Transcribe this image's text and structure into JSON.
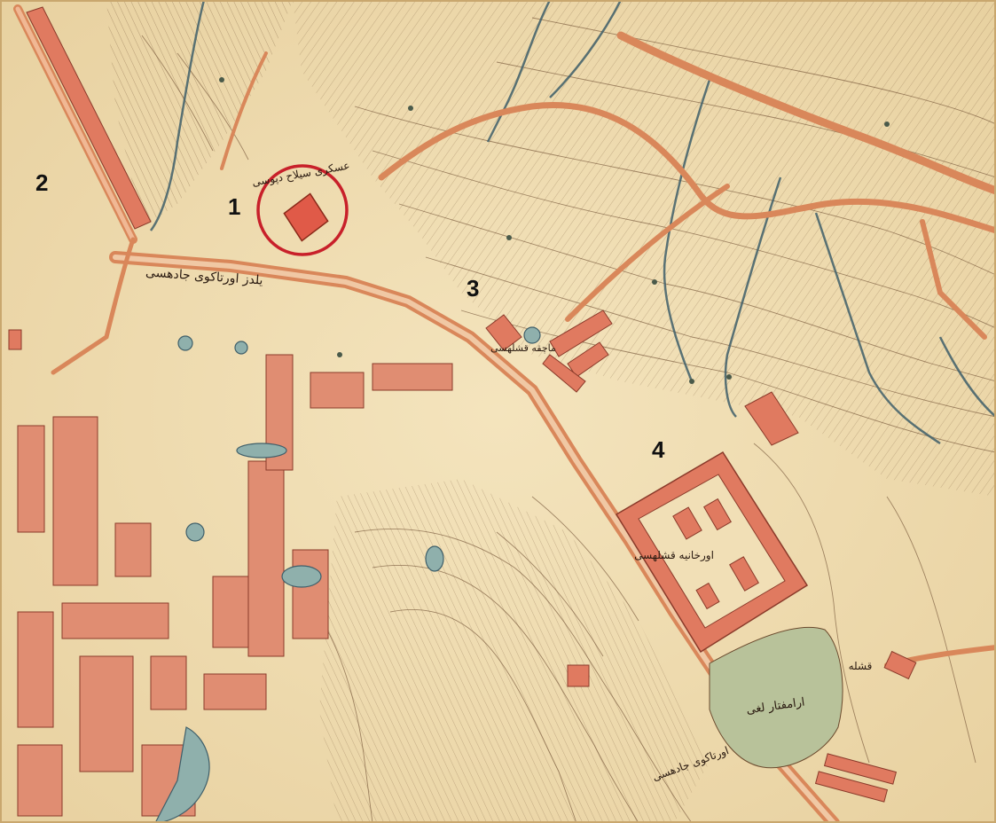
{
  "map": {
    "colors": {
      "paper": "#f1dfb6",
      "road": "#e39a6e",
      "building": "#e07a60",
      "contour": "#6b4a2e",
      "stream": "#3f5f6a",
      "pond": "#7fa0a0",
      "garden": "#b8c29a",
      "highlight": "#c8202a"
    },
    "markers": [
      {
        "id": "1",
        "label": "1"
      },
      {
        "id": "2",
        "label": "2"
      },
      {
        "id": "3",
        "label": "3"
      },
      {
        "id": "4",
        "label": "4"
      }
    ],
    "annotations": {
      "top_building": "عسكری سیلاح دپوسی",
      "road_name": "يلدز اورتاكوى جادهسى",
      "small_barracks": "ماچقه قشلهسى",
      "orhaniye": "اورخانيه قشلهسى",
      "garden": "ارامفتار لغى",
      "kishla_right": "قشله",
      "bottom_road": "اورتاكوى جادهسى"
    },
    "highlight_marker": "1"
  }
}
